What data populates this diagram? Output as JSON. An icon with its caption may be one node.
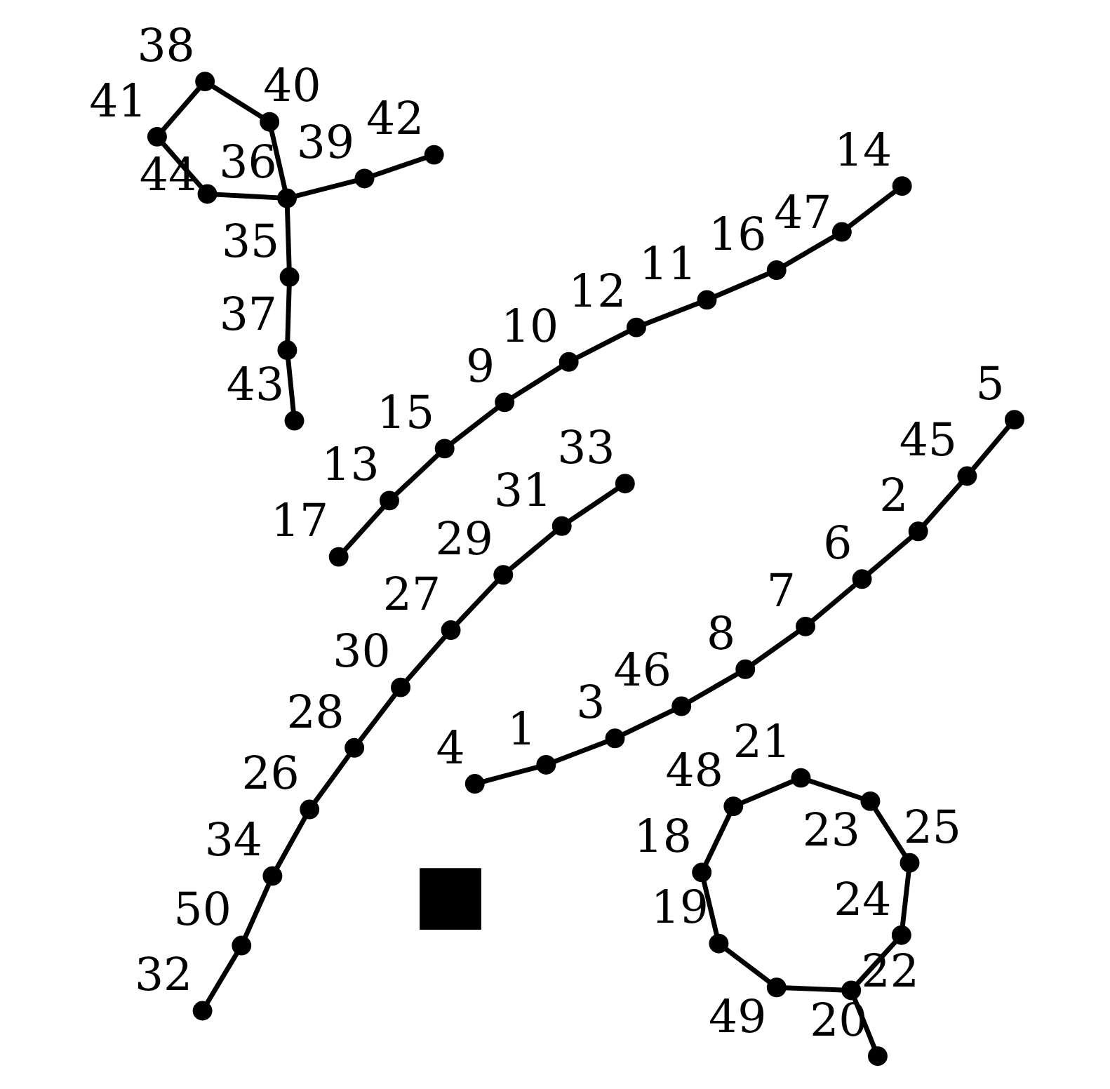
{
  "diagram": {
    "nodes": [
      {
        "text": [],
        "shape": "circle",
        "beside": [
          "1"
        ]
      },
      {
        "text": [],
        "shape": "circle",
        "beside": [
          "2"
        ]
      },
      {
        "text": [],
        "shape": "circle",
        "beside": [
          "3"
        ]
      },
      {
        "text": [],
        "shape": "circle",
        "beside": [
          "4"
        ]
      },
      {
        "text": [],
        "shape": "circle",
        "beside": [
          "5"
        ]
      },
      {
        "text": [],
        "shape": "circle",
        "beside": [
          "6"
        ]
      },
      {
        "text": [],
        "shape": "circle",
        "beside": [
          "7"
        ]
      },
      {
        "text": [],
        "shape": "circle",
        "beside": [
          "8"
        ]
      },
      {
        "text": [],
        "shape": "circle",
        "beside": [
          "9"
        ]
      },
      {
        "text": [],
        "shape": "circle",
        "beside": [
          "10"
        ]
      },
      {
        "text": [],
        "shape": "circle",
        "beside": [
          "11"
        ]
      },
      {
        "text": [],
        "shape": "circle",
        "beside": [
          "12"
        ]
      },
      {
        "text": [],
        "shape": "circle",
        "beside": [
          "13"
        ]
      },
      {
        "text": [],
        "shape": "circle",
        "beside": [
          "14"
        ]
      },
      {
        "text": [],
        "shape": "circle",
        "beside": [
          "15"
        ]
      },
      {
        "text": [],
        "shape": "circle",
        "beside": [
          "16"
        ]
      },
      {
        "text": [],
        "shape": "circle",
        "beside": [
          "17"
        ]
      },
      {
        "text": [],
        "shape": "circle",
        "beside": [
          "18"
        ]
      },
      {
        "text": [],
        "shape": "circle",
        "beside": [
          "19"
        ]
      },
      {
        "text": [],
        "shape": "circle",
        "beside": [
          "20"
        ]
      },
      {
        "text": [],
        "shape": "circle",
        "beside": [
          "21"
        ]
      },
      {
        "text": [],
        "shape": "circle",
        "beside": [
          "22"
        ]
      },
      {
        "text": [],
        "shape": "circle",
        "beside": [
          "23"
        ]
      },
      {
        "text": [],
        "shape": "circle",
        "beside": [
          "24"
        ]
      },
      {
        "text": [],
        "shape": "circle",
        "beside": [
          "25"
        ]
      },
      {
        "text": [],
        "shape": "circle",
        "beside": [
          "26"
        ]
      },
      {
        "text": [],
        "shape": "circle",
        "beside": [
          "27"
        ]
      },
      {
        "text": [],
        "shape": "circle",
        "beside": [
          "28"
        ]
      },
      {
        "text": [],
        "shape": "circle",
        "beside": [
          "29"
        ]
      },
      {
        "text": [],
        "shape": "circle",
        "beside": [
          "30"
        ]
      },
      {
        "text": [],
        "shape": "circle",
        "beside": [
          "31"
        ]
      },
      {
        "text": [],
        "shape": "circle",
        "beside": [
          "32"
        ]
      },
      {
        "text": [],
        "shape": "circle",
        "beside": [
          "33"
        ]
      },
      {
        "text": [],
        "shape": "circle",
        "beside": [
          "34"
        ]
      },
      {
        "text": [],
        "shape": "circle",
        "beside": [
          "35"
        ]
      },
      {
        "text": [],
        "shape": "circle",
        "beside": [
          "36"
        ]
      },
      {
        "text": [],
        "shape": "circle",
        "beside": [
          "37"
        ]
      },
      {
        "text": [],
        "shape": "circle",
        "beside": [
          "38"
        ]
      },
      {
        "text": [],
        "shape": "circle",
        "beside": [
          "39"
        ]
      },
      {
        "text": [],
        "shape": "circle",
        "beside": [
          "40"
        ]
      },
      {
        "text": [],
        "shape": "circle",
        "beside": [
          "41"
        ]
      },
      {
        "text": [],
        "shape": "circle",
        "beside": [
          "42"
        ]
      },
      {
        "text": [],
        "shape": "circle",
        "beside": [
          "43"
        ]
      },
      {
        "text": [],
        "shape": "circle",
        "beside": [
          "44"
        ]
      },
      {
        "text": [],
        "shape": "circle",
        "beside": [
          "45"
        ]
      },
      {
        "text": [],
        "shape": "circle",
        "beside": [
          "46"
        ]
      },
      {
        "text": [],
        "shape": "circle",
        "beside": [
          "47"
        ]
      },
      {
        "text": [],
        "shape": "circle",
        "beside": [
          "48"
        ]
      },
      {
        "text": [],
        "shape": "circle",
        "beside": [
          "49"
        ]
      },
      {
        "text": [],
        "shape": "circle",
        "beside": [
          "50"
        ]
      },
      {
        "text": [],
        "shape": "box"
      }
    ],
    "edges": [
      {
        "from": 4,
        "to": 44,
        "arrow": "none"
      },
      {
        "from": 2,
        "to": 0,
        "arrow": "none"
      },
      {
        "from": 0,
        "to": 3,
        "arrow": "none"
      },
      {
        "from": 2,
        "to": 45,
        "arrow": "none"
      },
      {
        "from": 45,
        "to": 7,
        "arrow": "none"
      },
      {
        "from": 7,
        "to": 6,
        "arrow": "none"
      },
      {
        "from": 6,
        "to": 5,
        "arrow": "none"
      },
      {
        "from": 5,
        "to": 1,
        "arrow": "none"
      },
      {
        "from": 1,
        "to": 44,
        "arrow": "none"
      },
      {
        "from": 42,
        "to": 36,
        "arrow": "none"
      },
      {
        "from": 39,
        "to": 35,
        "arrow": "none"
      },
      {
        "from": 35,
        "to": 34,
        "arrow": "none"
      },
      {
        "from": 34,
        "to": 36,
        "arrow": "none"
      },
      {
        "from": 35,
        "to": 43,
        "arrow": "none"
      },
      {
        "from": 35,
        "to": 38,
        "arrow": "none"
      },
      {
        "from": 39,
        "to": 37,
        "arrow": "none"
      },
      {
        "from": 43,
        "to": 40,
        "arrow": "none"
      },
      {
        "from": 41,
        "to": 38,
        "arrow": "none"
      },
      {
        "from": 40,
        "to": 37,
        "arrow": "none"
      },
      {
        "from": 46,
        "to": 13,
        "arrow": "none"
      },
      {
        "from": 46,
        "to": 15,
        "arrow": "none"
      },
      {
        "from": 16,
        "to": 12,
        "arrow": "none"
      },
      {
        "from": 15,
        "to": 10,
        "arrow": "none"
      },
      {
        "from": 10,
        "to": 11,
        "arrow": "none"
      },
      {
        "from": 11,
        "to": 9,
        "arrow": "none"
      },
      {
        "from": 9,
        "to": 8,
        "arrow": "none"
      },
      {
        "from": 14,
        "to": 8,
        "arrow": "none"
      },
      {
        "from": 12,
        "to": 14,
        "arrow": "none"
      },
      {
        "from": 49,
        "to": 33,
        "arrow": "none"
      },
      {
        "from": 49,
        "to": 31,
        "arrow": "none"
      },
      {
        "from": 33,
        "to": 25,
        "arrow": "none"
      },
      {
        "from": 30,
        "to": 28,
        "arrow": "none"
      },
      {
        "from": 28,
        "to": 26,
        "arrow": "none"
      },
      {
        "from": 26,
        "to": 29,
        "arrow": "none"
      },
      {
        "from": 29,
        "to": 27,
        "arrow": "none"
      },
      {
        "from": 27,
        "to": 25,
        "arrow": "none"
      },
      {
        "from": 30,
        "to": 32,
        "arrow": "none"
      },
      {
        "from": 23,
        "to": 21,
        "arrow": "none"
      },
      {
        "from": 21,
        "to": 19,
        "arrow": "none"
      },
      {
        "from": 21,
        "to": 48,
        "arrow": "none"
      },
      {
        "from": 48,
        "to": 18,
        "arrow": "none"
      },
      {
        "from": 18,
        "to": 17,
        "arrow": "none"
      },
      {
        "from": 23,
        "to": 24,
        "arrow": "none"
      },
      {
        "from": 24,
        "to": 22,
        "arrow": "none"
      },
      {
        "from": 22,
        "to": 20,
        "arrow": "none"
      },
      {
        "from": 20,
        "to": 47,
        "arrow": "none"
      },
      {
        "from": 47,
        "to": 17,
        "arrow": "none"
      }
    ]
  }
}
